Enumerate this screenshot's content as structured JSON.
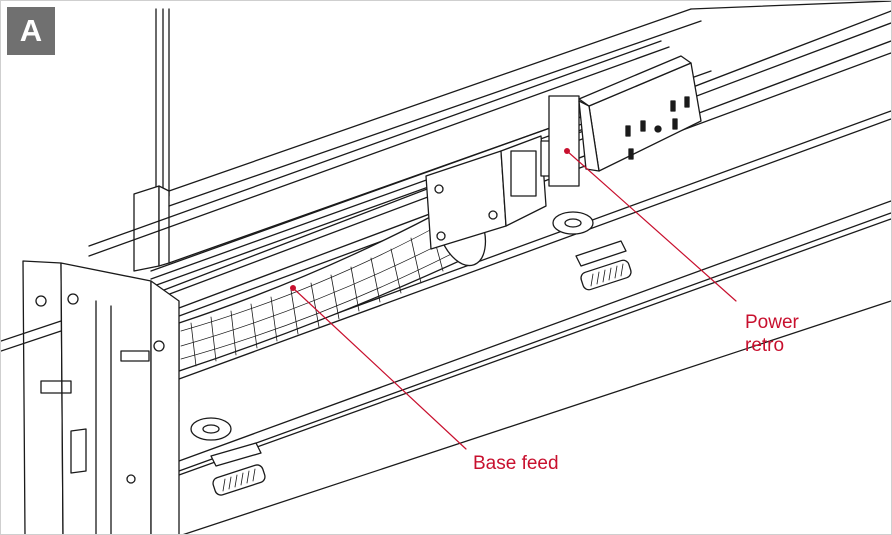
{
  "figure": {
    "panel_label": "A",
    "callouts": {
      "power_retro": "Power\nretro",
      "base_feed": "Base feed"
    }
  },
  "colors": {
    "callout": "#c8102e",
    "badge_bg": "#707070",
    "line_art": "#1a1a1a"
  }
}
